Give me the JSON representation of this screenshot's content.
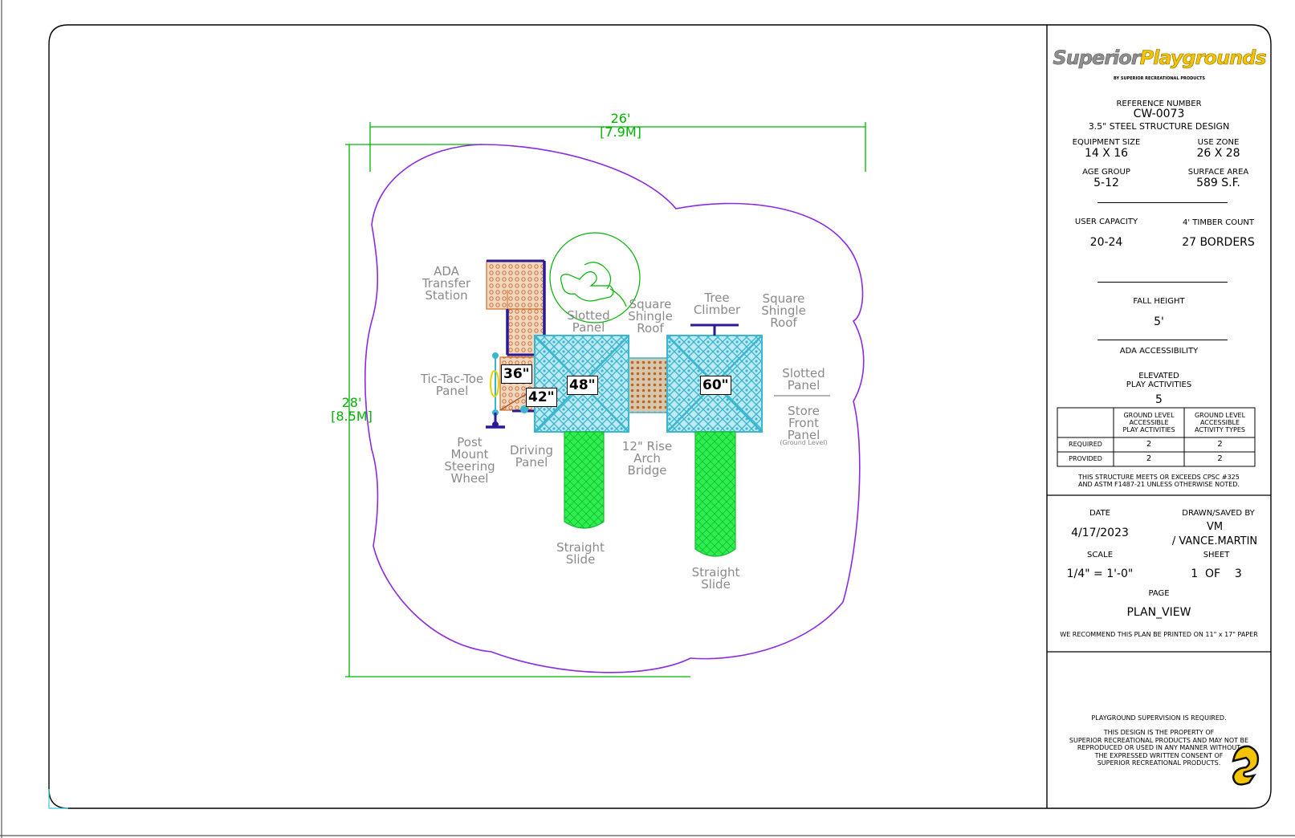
{
  "colors": {
    "border": "#000000",
    "use_zone": "#8a2be2",
    "dimension": "#00b400",
    "deck": "#3ab7cf",
    "slide": "#22ee44",
    "panel": "#d27a3a",
    "rail": "#2a1a9a",
    "label": "#8a8a8a",
    "logo_gray": "#8f8f8f",
    "logo_yellow": "#f5c400"
  },
  "dimensions": {
    "width_label": "26'\n[7.9M]",
    "depth_label": "28'\n[8.5M]"
  },
  "deck_heights": {
    "d36": "36\"",
    "d42": "42\"",
    "d48": "48\"",
    "d60": "60\""
  },
  "component_labels": {
    "ada_transfer_station": "ADA\nTransfer\nStation",
    "slotted_panel_top": "Slotted\nPanel",
    "square_shingle_roof_1": "Square\nShingle\nRoof",
    "tree_climber": "Tree\nClimber",
    "square_shingle_roof_2": "Square\nShingle\nRoof",
    "tic_tac_toe_panel": "Tic-Tac-Toe\nPanel",
    "slotted_panel_right": "Slotted\nPanel",
    "store_front_panel": "Store\nFront\nPanel",
    "ground_level_note": "(Ground Level)",
    "post_mount_steering_wheel": "Post\nMount\nSteering\nWheel",
    "driving_panel": "Driving\nPanel",
    "rise_arch_bridge": "12\" Rise\nArch\nBridge",
    "straight_slide_1": "Straight\nSlide",
    "straight_slide_2": "Straight\nSlide"
  },
  "title_block": {
    "logo_word1": "Superior",
    "logo_word2": "Playgrounds",
    "logo_tagline": "BY SUPERIOR RECREATIONAL PRODUCTS",
    "reference_label": "REFERENCE NUMBER",
    "reference_number": "CW-0073",
    "structure_design": "3.5\" STEEL STRUCTURE DESIGN",
    "equipment_size_label": "EQUIPMENT SIZE",
    "equipment_size": "14 X 16",
    "use_zone_label": "USE ZONE",
    "use_zone": "26 X 28",
    "age_group_label": "AGE GROUP",
    "age_group": "5-12",
    "surface_area_label": "SURFACE AREA",
    "surface_area": "589 S.F.",
    "user_capacity_label": "USER CAPACITY",
    "user_capacity": "20-24",
    "timber_count_label": "4' TIMBER COUNT",
    "timber_count": "27 BORDERS",
    "fall_height_label": "FALL HEIGHT",
    "fall_height": "5'",
    "ada_accessibility_label": "ADA ACCESSIBILITY",
    "elevated_label": "ELEVATED\nPLAY ACTIVITIES",
    "elevated_value": "5",
    "table_headers": [
      "GROUND LEVEL\nACCESSIBLE\nPLAY ACTIVITIES",
      "GROUND LEVEL\nACCESSIBLE\nACTIVITY TYPES"
    ],
    "table_rows": [
      {
        "label": "REQUIRED",
        "values": [
          "2",
          "2"
        ]
      },
      {
        "label": "PROVIDED",
        "values": [
          "2",
          "2"
        ]
      }
    ],
    "compliance_note": "THIS STRUCTURE MEETS OR EXCEEDS CPSC #325\nAND ASTM F1487-21 UNLESS OTHERWISE NOTED.",
    "date_label": "DATE",
    "date": "4/17/2023",
    "drawn_label": "DRAWN/SAVED BY",
    "drawn_by": "VM\n/ VANCE.MARTIN",
    "scale_label": "SCALE",
    "scale": "1/4\" = 1'-0\"",
    "sheet_label": "SHEET",
    "sheet": "1  OF    3",
    "page_label": "PAGE",
    "page": "PLAN_VIEW",
    "print_note": "WE RECOMMEND THIS PLAN BE PRINTED ON 11\" x 17\" PAPER",
    "supervision_note": "PLAYGROUND SUPERVISION IS REQUIRED.",
    "property_note": "THIS DESIGN IS THE PROPERTY OF\nSUPERIOR RECREATIONAL PRODUCTS AND MAY NOT BE\nREPRODUCED OR USED IN ANY MANNER WITHOUT\nTHE EXPRESSED WRITTEN CONSENT OF\nSUPERIOR RECREATIONAL PRODUCTS.",
    "corner_logo": "S"
  }
}
